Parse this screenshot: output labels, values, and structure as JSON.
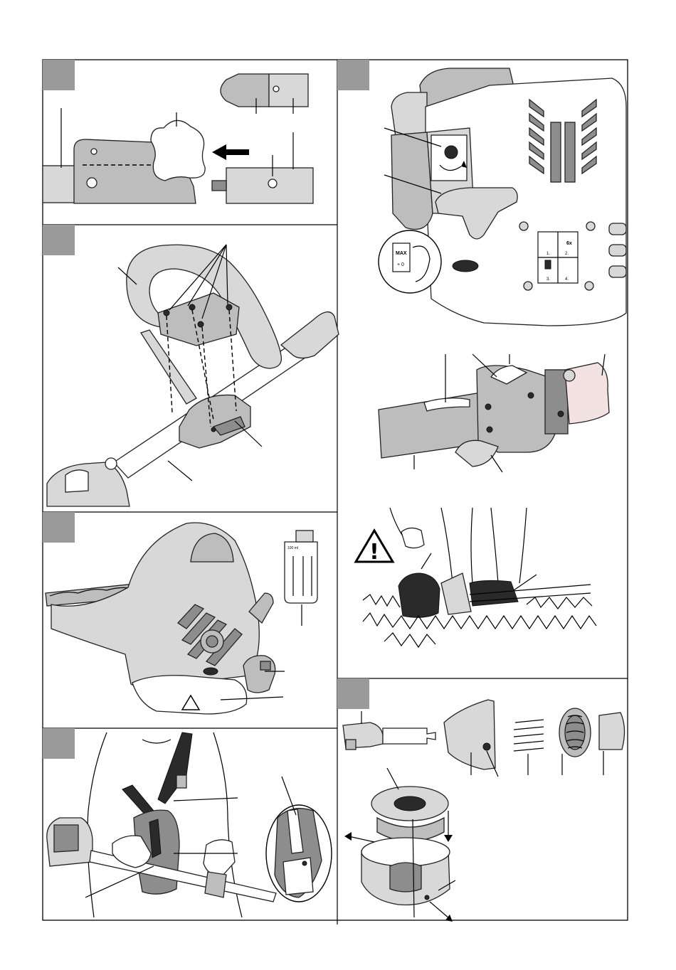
{
  "figure": {
    "panels": [
      {
        "id": "panel-1",
        "label": ""
      },
      {
        "id": "panel-2",
        "label": ""
      },
      {
        "id": "panel-3",
        "label": ""
      },
      {
        "id": "panel-4",
        "label": ""
      },
      {
        "id": "panel-5",
        "label": ""
      },
      {
        "id": "panel-6",
        "label": ""
      },
      {
        "id": "panel-7",
        "label": ""
      },
      {
        "id": "panel-8",
        "label": ""
      }
    ],
    "fuel_cap_text": "MAX",
    "fuel_cap_subtext": "+ 0",
    "bottle_text": "100 ml",
    "start_steps": [
      "1.",
      "2.",
      "3.",
      "4."
    ],
    "start_badge": "6x",
    "warning_icon": "warning-triangle-icon",
    "colors": {
      "outline": "#222222",
      "light_grey": "#d8d8d8",
      "mid_grey": "#bdbdbd",
      "dark_grey": "#8d8d8d",
      "pink_tube": "#f3e2e2"
    }
  }
}
